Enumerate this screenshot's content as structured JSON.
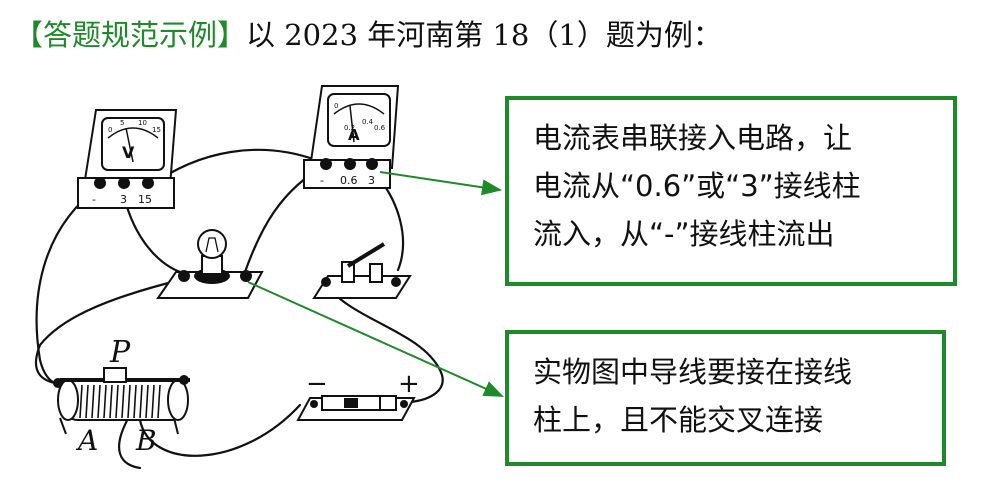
{
  "header": {
    "tag": "【答题规范示例】",
    "text": "以 2023 年河南第 18（1）题为例："
  },
  "callouts": [
    {
      "lines": [
        "电流表串联接入电路，让",
        "电流从“0.6”或“3”接线柱",
        "流入，从“-”接线柱流出"
      ]
    },
    {
      "lines": [
        "实物图中导线要接在接线",
        "柱上，且不能交叉连接"
      ]
    }
  ],
  "voltmeter": {
    "letter": "V",
    "terminals": [
      "-",
      "3",
      "15"
    ],
    "scale": [
      "0",
      "5",
      "10",
      "15"
    ]
  },
  "ammeter": {
    "letter": "A",
    "terminals": [
      "-",
      "0.6",
      "3"
    ],
    "scale": [
      "0",
      "0.2",
      "0.4",
      "0.6"
    ]
  },
  "rheostat": {
    "slider": "P",
    "end_a": "A",
    "end_b": "B"
  },
  "battery": {
    "neg": "−",
    "pos": "+"
  },
  "colors": {
    "accent": "#1f8a2a",
    "ink": "#111111"
  }
}
